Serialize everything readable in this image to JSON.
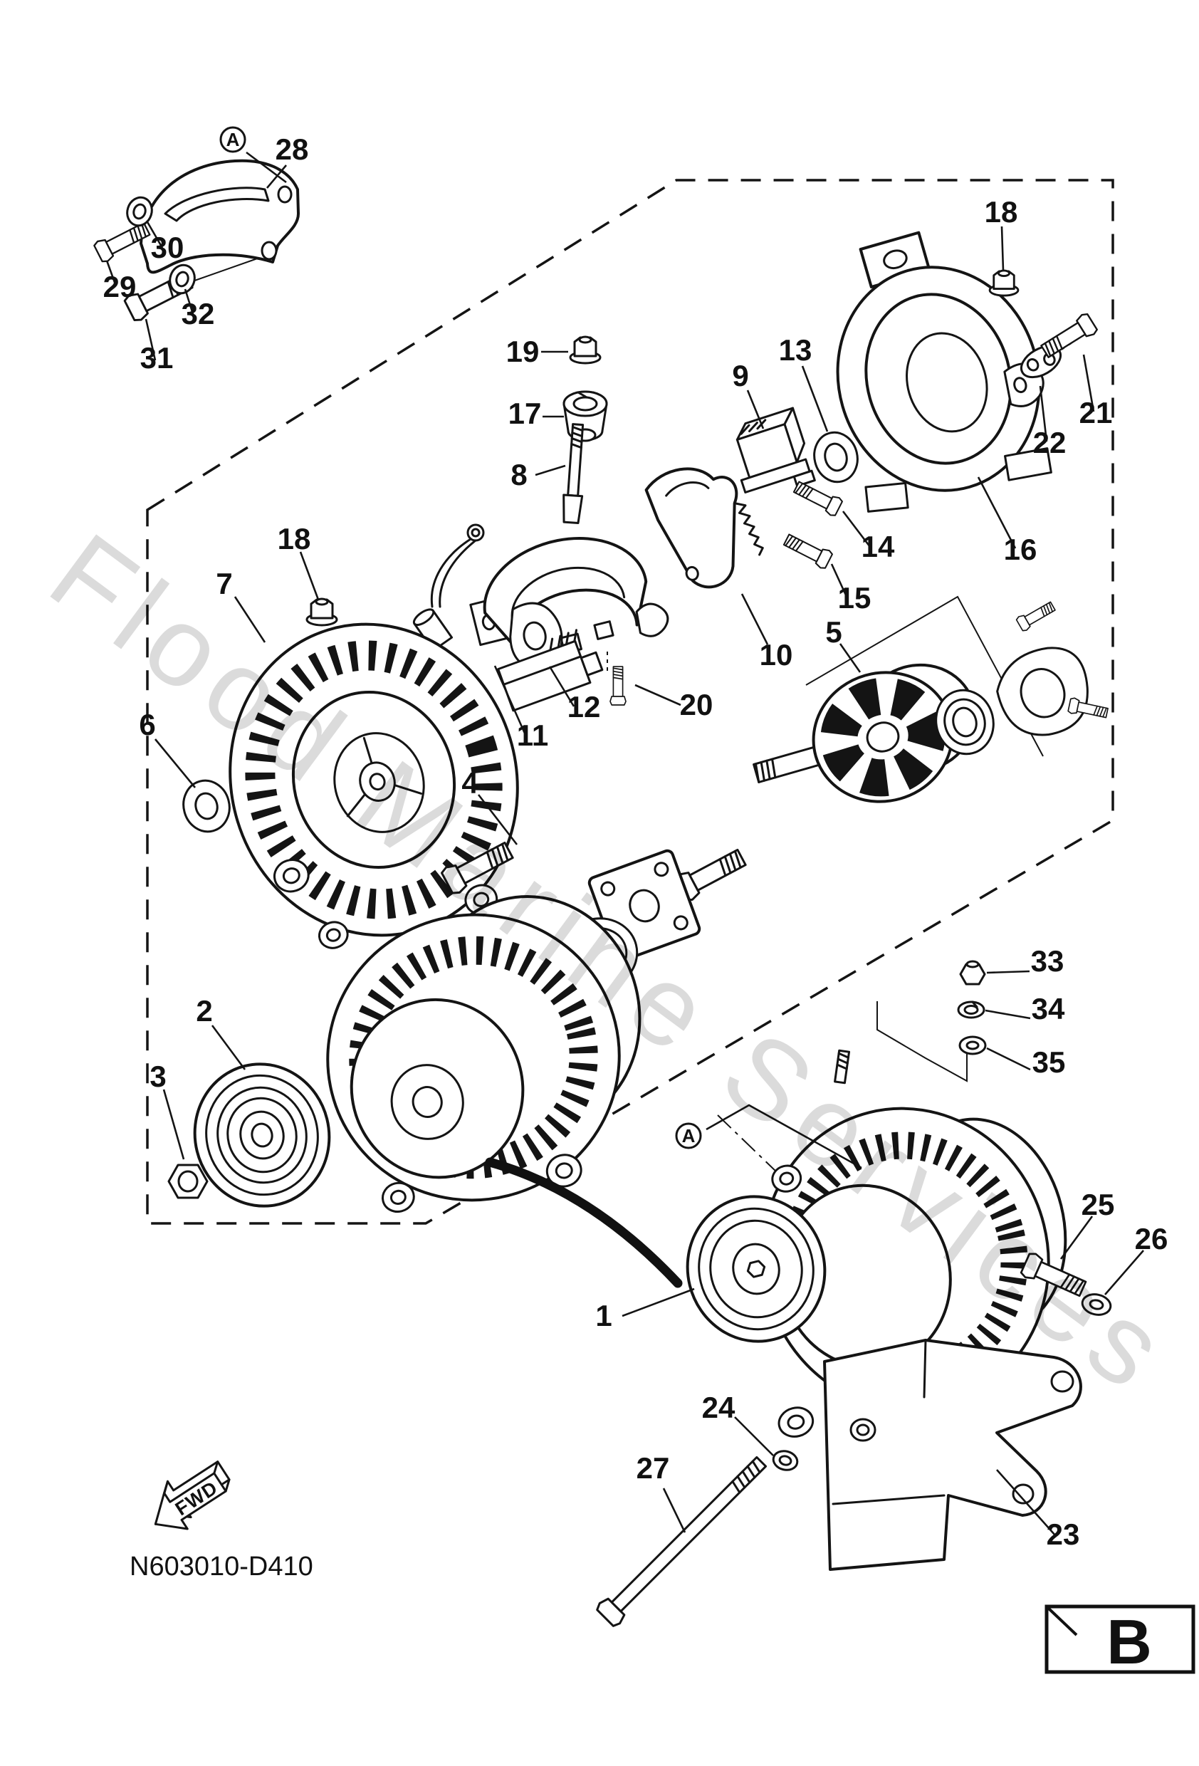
{
  "diagram": {
    "watermark": "Flood Marine Services",
    "drawing_code": "N603010-D410",
    "fwd_label": "FWD",
    "page_letter": "B",
    "view_label": "A",
    "callouts": [
      "1",
      "2",
      "3",
      "4",
      "5",
      "6",
      "7",
      "8",
      "9",
      "10",
      "11",
      "12",
      "13",
      "14",
      "15",
      "16",
      "17",
      "18",
      "19",
      "20",
      "21",
      "22",
      "23",
      "24",
      "25",
      "26",
      "27",
      "28",
      "29",
      "30",
      "31",
      "32",
      "33",
      "34",
      "35"
    ]
  }
}
